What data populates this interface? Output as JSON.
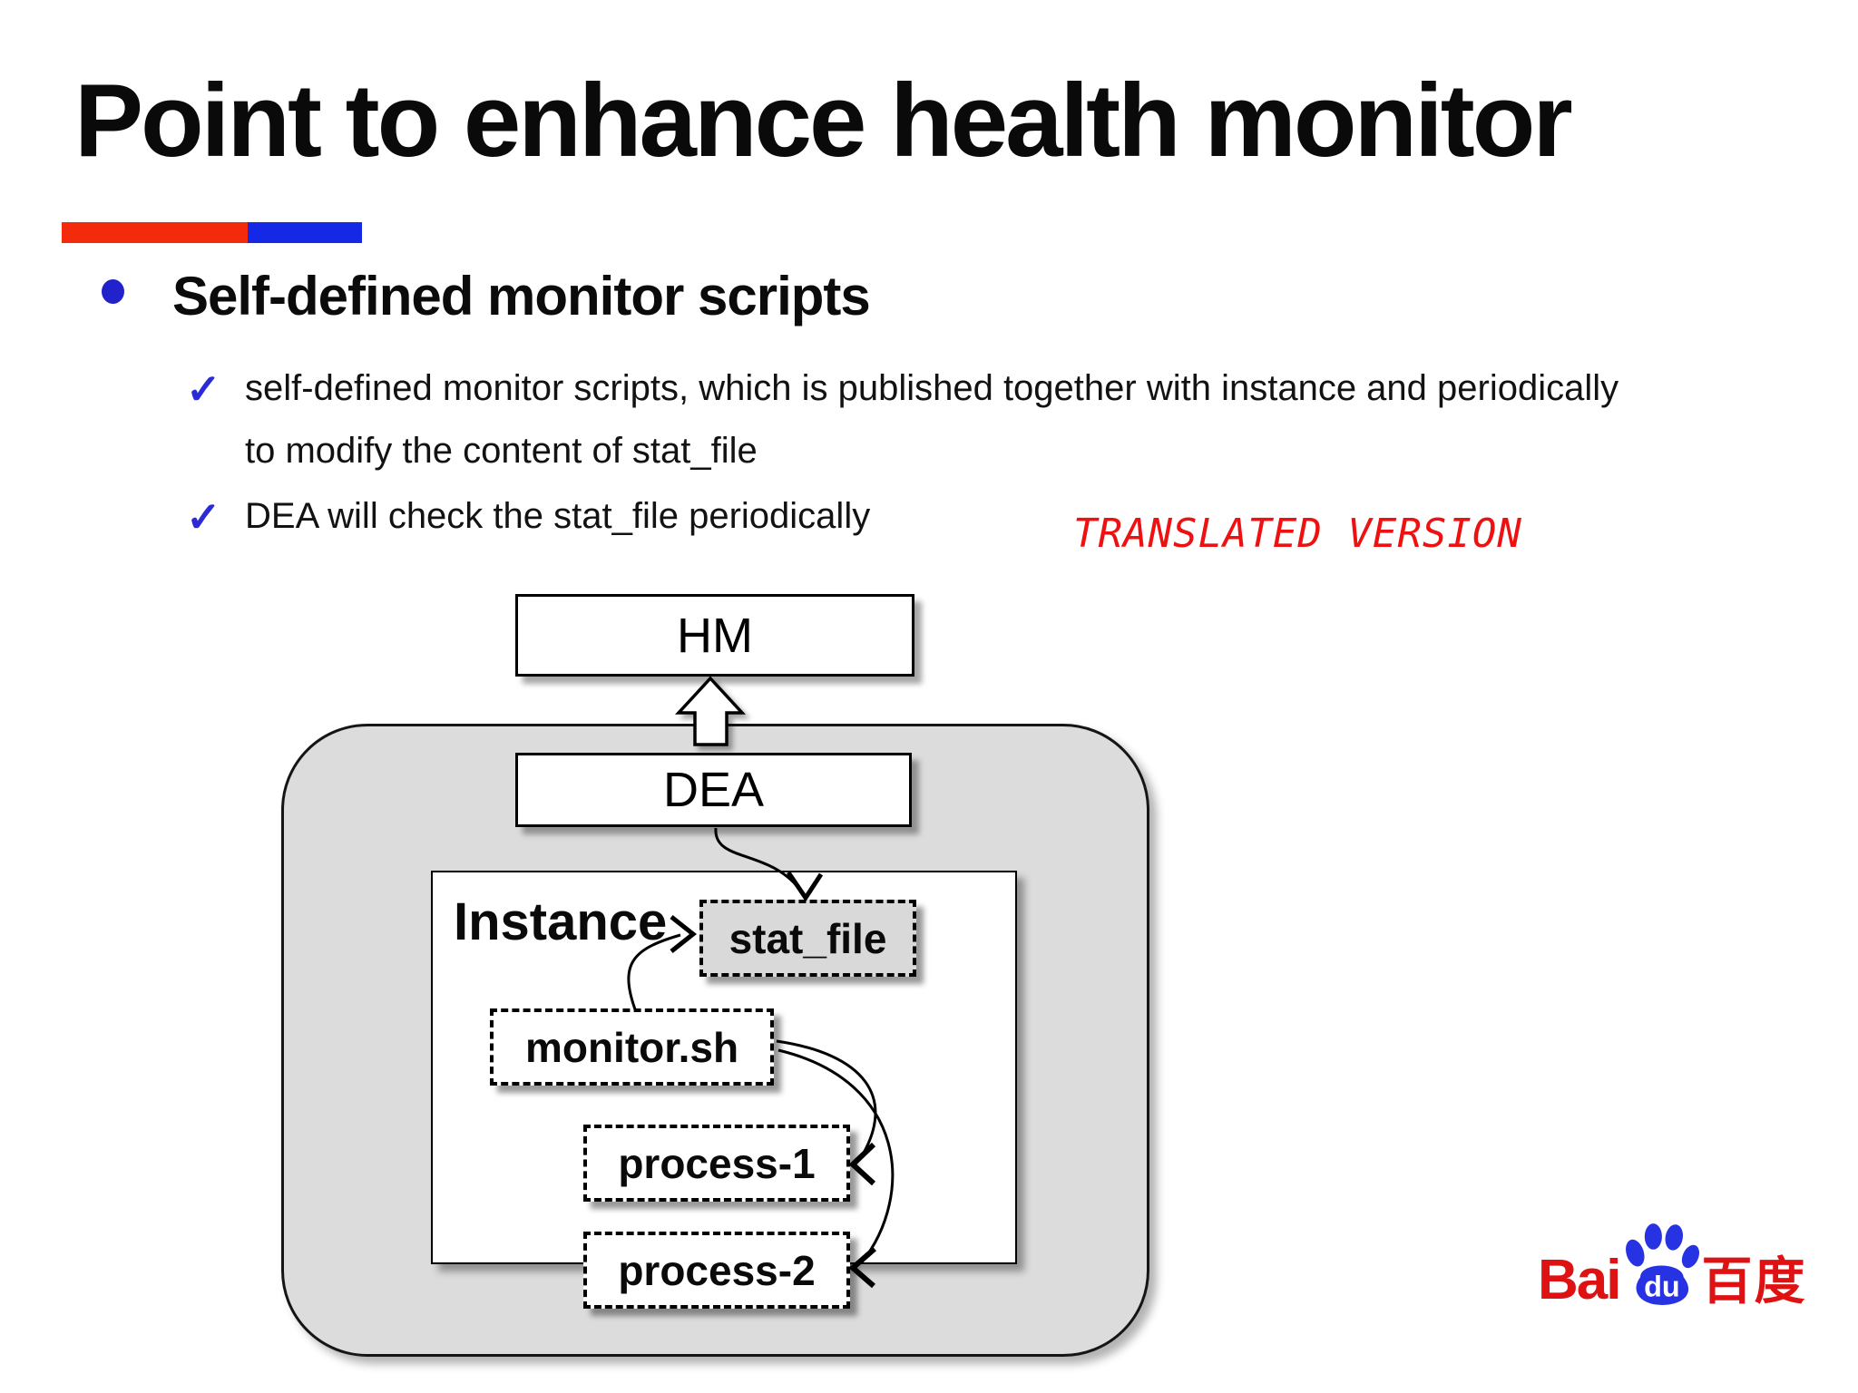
{
  "slide": {
    "title": "Point to enhance health monitor",
    "accent_colors": {
      "red": "#f32a0c",
      "blue": "#1428e6"
    },
    "bullet": {
      "heading": "Self-defined monitor scripts",
      "check_glyph": "✓",
      "items": [
        {
          "line1": "self-defined monitor scripts, which is published together with instance and periodically",
          "line2": "to modify the content of stat_file"
        },
        {
          "line1": "DEA will check the stat_file periodically"
        }
      ]
    },
    "watermark": {
      "text": "TRANSLATED VERSION",
      "color": "#ee1111"
    },
    "diagram": {
      "nodes": {
        "hm": "HM",
        "dea": "DEA",
        "instance_label": "Instance",
        "stat_file": "stat_file",
        "monitor_sh": "monitor.sh",
        "process_1": "process-1",
        "process_2": "process-2"
      },
      "container_fill": "#dcdcdc"
    },
    "logo": {
      "bai": "Bai",
      "du": "du",
      "chinese": "百度",
      "red": "#de1212",
      "blue": "#2732e3"
    }
  }
}
